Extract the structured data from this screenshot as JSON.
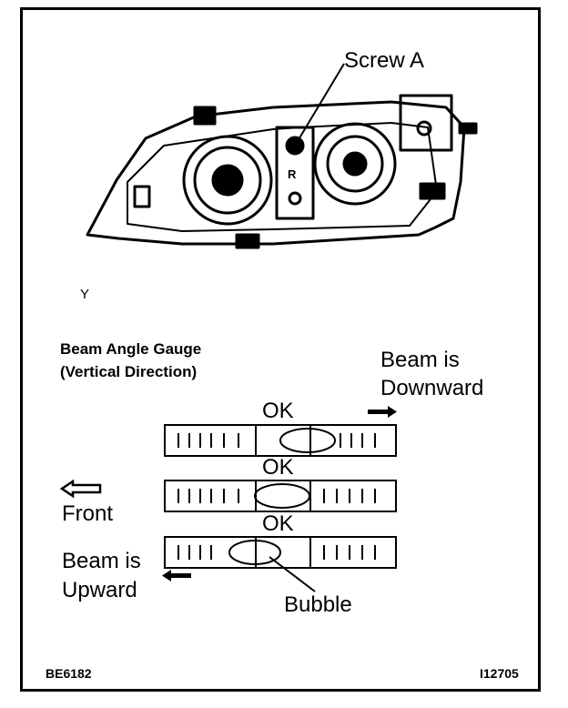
{
  "callouts": {
    "screw_a": "Screw A",
    "marker_y": "Y"
  },
  "gauge": {
    "title_line1": "Beam Angle Gauge",
    "title_line2": "(Vertical Direction)",
    "ok_label": "OK",
    "beam_down_line1": "Beam is",
    "beam_down_line2": "Downward",
    "front": "Front",
    "beam_up_line1": "Beam is",
    "beam_up_line2": "Upward",
    "bubble": "Bubble"
  },
  "footer": {
    "left_code": "BE6182",
    "right_code": "I12705"
  }
}
